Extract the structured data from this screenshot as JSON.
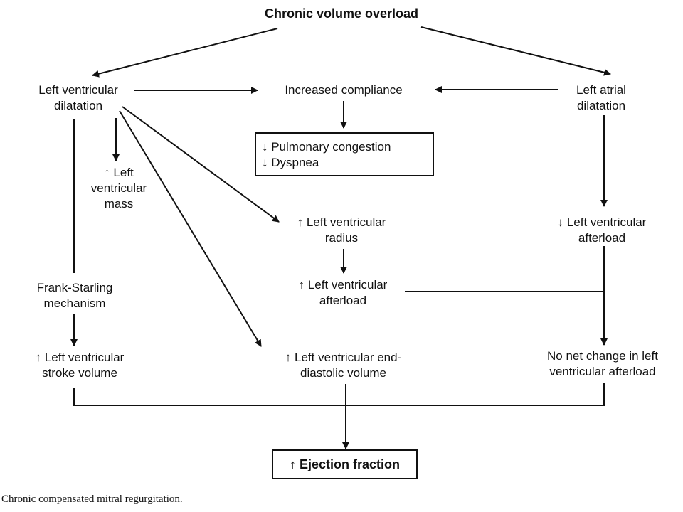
{
  "nodes": {
    "volume_overload": {
      "lines": [
        "Chronic volume overload"
      ]
    },
    "lv_dilatation": {
      "lines": [
        "Left ventricular",
        "dilatation"
      ]
    },
    "compliance": {
      "lines": [
        "Increased compliance"
      ]
    },
    "la_dilatation": {
      "lines": [
        "Left atrial",
        "dilatation"
      ]
    },
    "pulmonary": {
      "lines": [
        "↓ Pulmonary congestion",
        "↓ Dyspnea"
      ]
    },
    "lv_mass": {
      "lines": [
        "↑ Left",
        "ventricular",
        "mass"
      ]
    },
    "lv_radius": {
      "lines": [
        "↑ Left ventricular",
        "radius"
      ]
    },
    "lv_afterload_down": {
      "lines": [
        "↓ Left ventricular",
        "afterload"
      ]
    },
    "frank_starling": {
      "lines": [
        "Frank-Starling",
        "mechanism"
      ]
    },
    "lv_afterload_up": {
      "lines": [
        "↑ Left ventricular",
        "afterload"
      ]
    },
    "lv_stroke": {
      "lines": [
        "↑ Left ventricular",
        "stroke volume"
      ]
    },
    "lv_edv": {
      "lines": [
        "↑ Left ventricular end-",
        "diastolic volume"
      ]
    },
    "no_net_change": {
      "lines": [
        "No net change in left",
        "ventricular afterload"
      ]
    },
    "ejection": {
      "lines": [
        "↑ Ejection fraction"
      ]
    }
  },
  "caption": "Chronic compensated mitral regurgitation."
}
